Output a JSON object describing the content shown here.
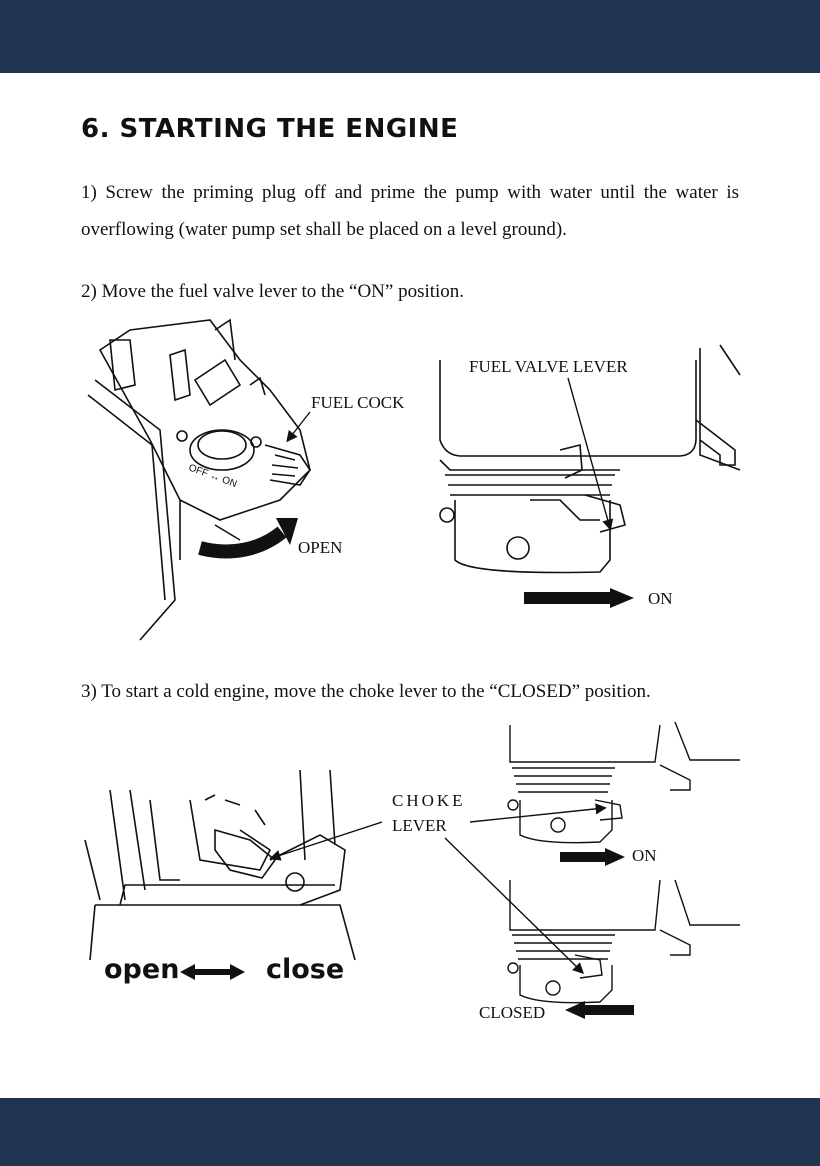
{
  "heading": "6. STARTING THE ENGINE",
  "steps": [
    {
      "text": "1)  Screw the priming plug off and prime the pump with water until the water is overflowing (water pump set shall be placed on a level ground)."
    },
    {
      "text": "2) Move the fuel valve lever to the “ON” position."
    },
    {
      "text": "3) To start a cold engine, move the choke lever to the “CLOSED” position."
    }
  ],
  "figure_fuel_cock": {
    "callout": "FUEL COCK",
    "arrow_label": "OPEN",
    "dial_text": "OFF ↔ ON"
  },
  "figure_fuel_valve": {
    "callout": "FUEL VALVE LEVER",
    "arrow_label": "ON"
  },
  "figure_choke": {
    "callout_line1": "CHOKE",
    "callout_line2": "LEVER",
    "left_label_open": "open",
    "left_label_close": "close",
    "upper_arrow_label": "ON",
    "lower_arrow_label": "CLOSED"
  },
  "colors": {
    "band": "#203350",
    "ink": "#111111"
  }
}
